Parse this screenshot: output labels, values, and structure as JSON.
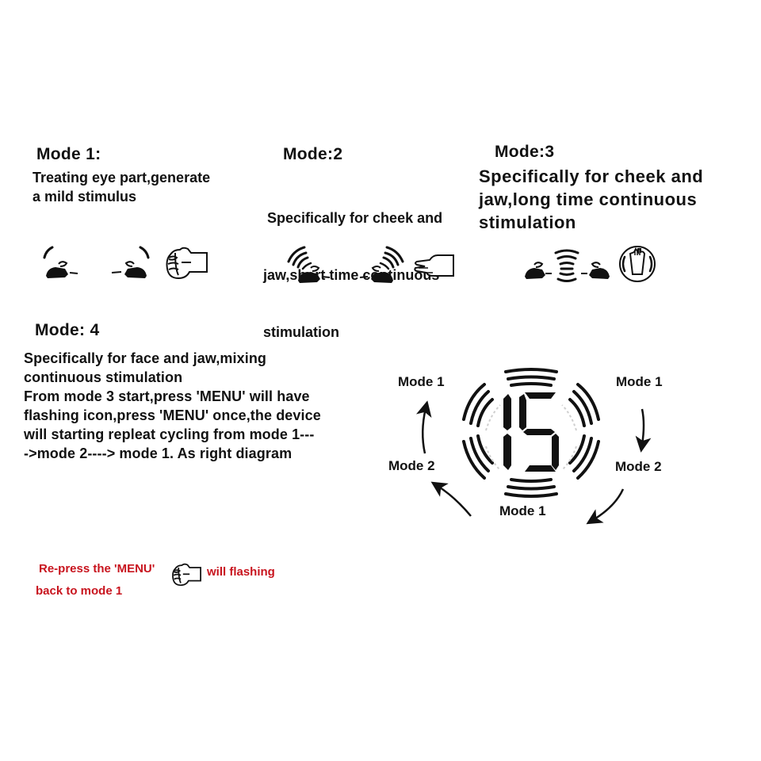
{
  "modes": [
    {
      "title": "Mode 1:",
      "description_lines": [
        "Treating eye part,generate",
        "a mild stimulus"
      ],
      "icons": [
        "eye-massage-left-icon",
        "eye-massage-right-icon",
        "fist-hand-icon"
      ]
    },
    {
      "title": "Mode:2",
      "description_lines": [
        " Specifically for cheek and",
        "jaw,short time continuous",
        "stimulation"
      ],
      "icons": [
        "wave-massage-left-icon",
        "wave-massage-right-icon",
        "pointing-hand-icon"
      ]
    },
    {
      "title": "Mode:3",
      "description_lines": [
        "Specifically for cheek and",
        "jaw,long time continuous",
        "stimulation"
      ],
      "icons": [
        "massage-left-icon",
        "vibration-waves-icon",
        "massage-right-icon",
        "circled-hand-icon"
      ]
    },
    {
      "title": "Mode: 4",
      "description_lines": [
        "Specifically for face and jaw,mixing",
        "continuous stimulation",
        "From mode 3 start,press 'MENU' will have",
        "flashing icon,press 'MENU' once,the device",
        "will starting repleat cycling from mode 1---",
        "->mode 2----> mode 1. As right diagram"
      ]
    }
  ],
  "cycle_diagram": {
    "display_digits": "15",
    "labels": {
      "top_left": "Mode 1",
      "top_right": "Mode 1",
      "mid_left": "Mode 2",
      "mid_right": "Mode 2",
      "bottom": "Mode 1"
    }
  },
  "note": {
    "line1_before": "Re-press the 'MENU'",
    "line1_after": "will flashing",
    "line2": "back to mode 1",
    "icon": "fist-hand-icon",
    "color": "#c8141e"
  }
}
